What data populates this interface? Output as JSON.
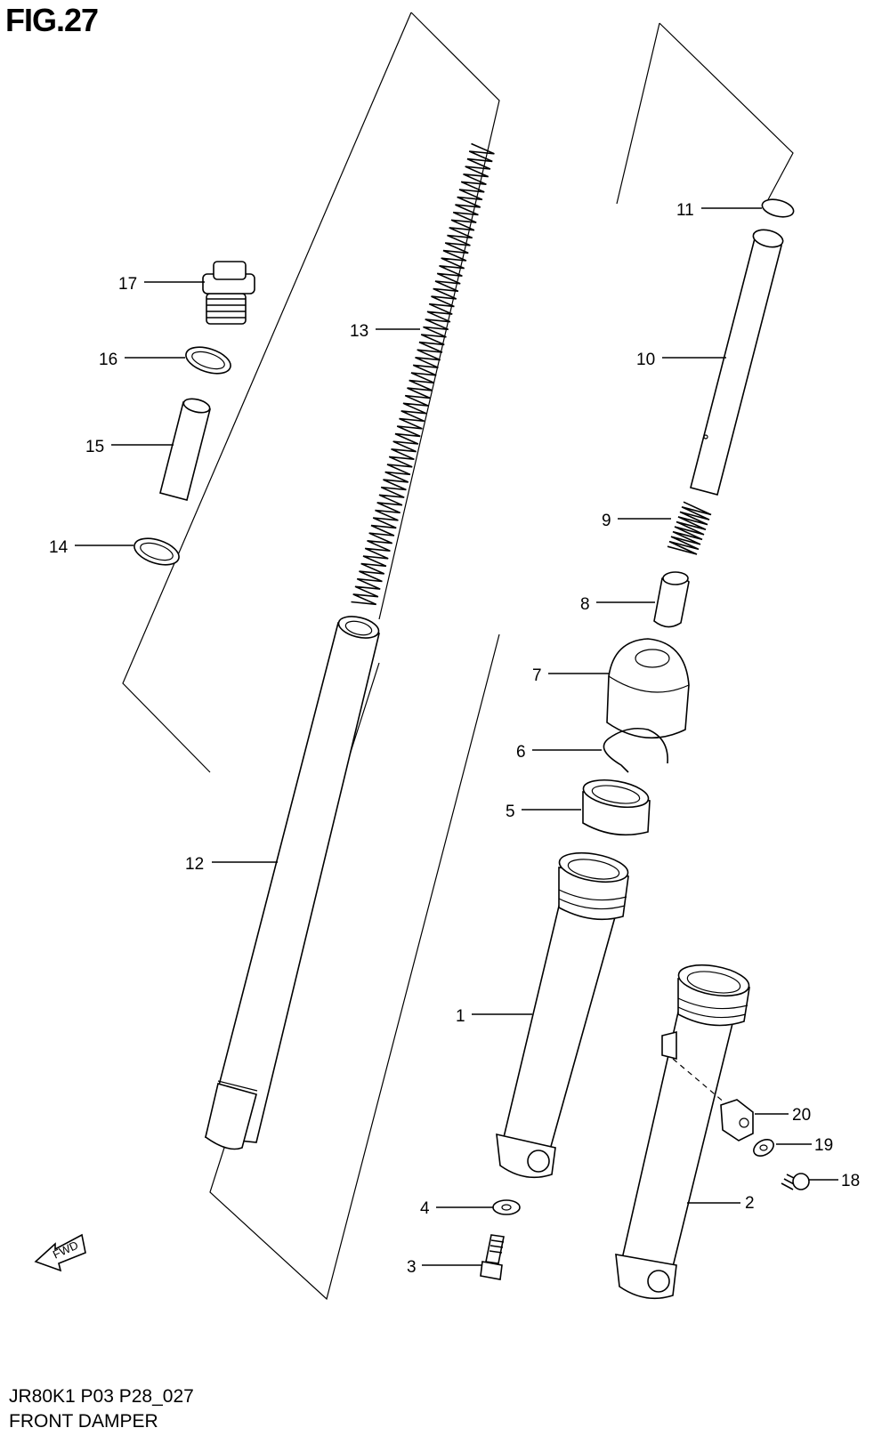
{
  "figure": {
    "title": "FIG.27",
    "code": "JR80K1 P03 P28_027",
    "name": "FRONT DAMPER",
    "fwd_label": "FWD"
  },
  "callouts": [
    {
      "id": "c1",
      "label": "1"
    },
    {
      "id": "c2",
      "label": "2"
    },
    {
      "id": "c3",
      "label": "3"
    },
    {
      "id": "c4",
      "label": "4"
    },
    {
      "id": "c5",
      "label": "5"
    },
    {
      "id": "c6",
      "label": "6"
    },
    {
      "id": "c7",
      "label": "7"
    },
    {
      "id": "c8",
      "label": "8"
    },
    {
      "id": "c9",
      "label": "9"
    },
    {
      "id": "c10",
      "label": "10"
    },
    {
      "id": "c11",
      "label": "11"
    },
    {
      "id": "c12",
      "label": "12"
    },
    {
      "id": "c13",
      "label": "13"
    },
    {
      "id": "c14",
      "label": "14"
    },
    {
      "id": "c15",
      "label": "15"
    },
    {
      "id": "c16",
      "label": "16"
    },
    {
      "id": "c17",
      "label": "17"
    },
    {
      "id": "c18",
      "label": "18"
    },
    {
      "id": "c19",
      "label": "19"
    },
    {
      "id": "c20",
      "label": "20"
    }
  ]
}
